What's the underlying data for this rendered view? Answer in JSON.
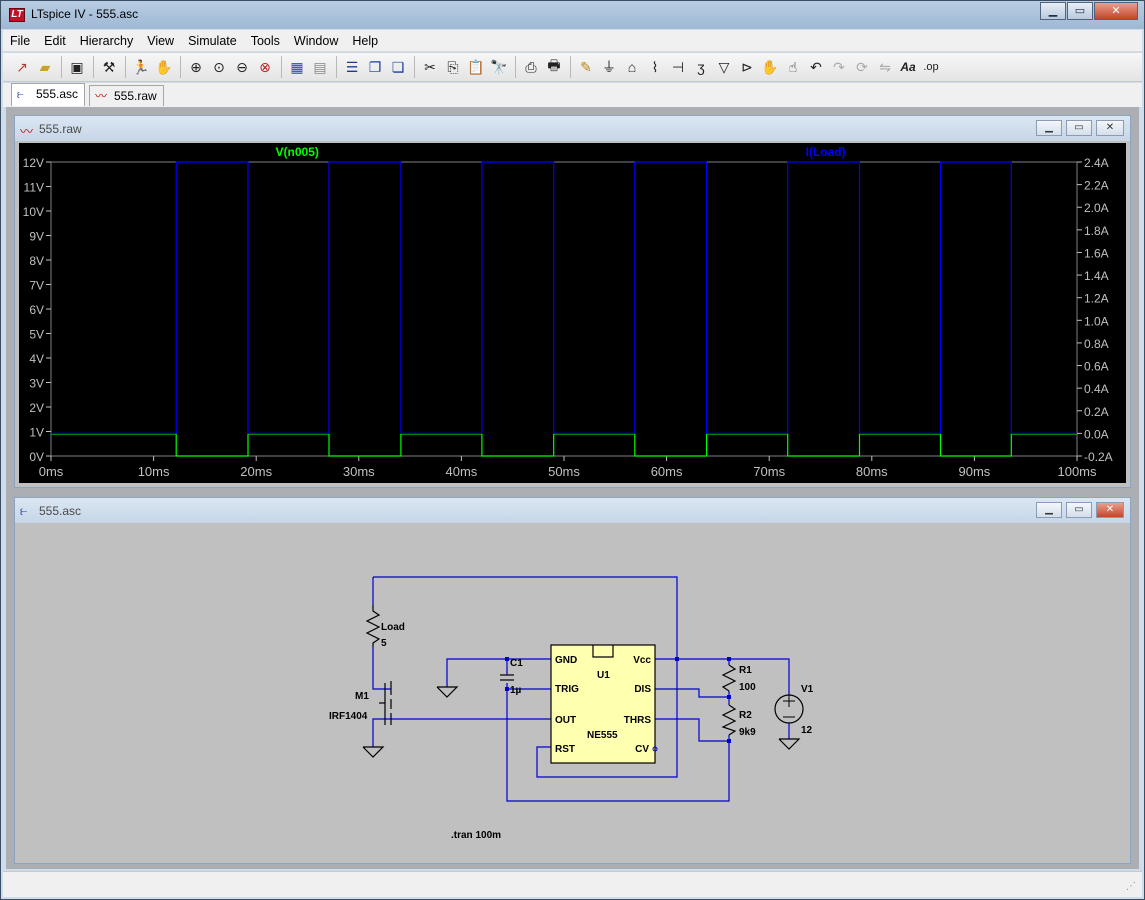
{
  "window": {
    "title": "LTspice IV - 555.asc",
    "minimize": "▁",
    "maximize": "▭",
    "close": "✕"
  },
  "menu": [
    "File",
    "Edit",
    "Hierarchy",
    "View",
    "Simulate",
    "Tools",
    "Window",
    "Help"
  ],
  "toolbar_icons": [
    "new-schematic-icon",
    "open-icon",
    "save-icon",
    "control-panel-icon",
    "run-icon",
    "pan-icon",
    "zoom-in-icon",
    "zoom-full-icon",
    "zoom-out-icon",
    "zoom-cancel-icon",
    "autorange-icon",
    "grid-icon",
    "tile-horizontal-icon",
    "cascade-icon",
    "tile-vertical-icon",
    "cut-icon",
    "copy-icon",
    "paste-icon",
    "find-icon",
    "print-setup-icon",
    "print-icon",
    "draw-wire-icon",
    "ground-icon",
    "label-net-icon",
    "resistor-icon",
    "capacitor-icon",
    "inductor-icon",
    "diode-icon",
    "component-icon",
    "move-icon",
    "drag-icon",
    "undo-icon",
    "redo-icon",
    "rotate-icon",
    "mirror-icon",
    "text-icon",
    "spice-directive-icon"
  ],
  "tabs": [
    {
      "label": "555.asc",
      "icon": "schematic-icon",
      "active": true
    },
    {
      "label": "555.raw",
      "icon": "waveform-icon",
      "active": false
    }
  ],
  "waveform_window": {
    "title": "555.raw",
    "trace1_label": "V(n005)",
    "trace2_label": "I(Load)",
    "trace1_color": "#00ff00",
    "trace2_color": "#0000ff"
  },
  "schematic_window": {
    "title": "555.asc",
    "directive": ".tran 100m",
    "components": {
      "load_name": "Load",
      "load_value": "5",
      "mosfet_name": "M1",
      "mosfet_model": "IRF1404",
      "cap_name": "C1",
      "cap_value": "1µ",
      "ic_name": "U1",
      "ic_model": "NE555",
      "r1_name": "R1",
      "r1_value": "100",
      "r2_name": "R2",
      "r2_value": "9k9",
      "v1_name": "V1",
      "v1_value": "12"
    },
    "pins": {
      "gnd": "GND",
      "trig": "TRIG",
      "out": "OUT",
      "rst": "RST",
      "vcc": "Vcc",
      "dis": "DIS",
      "thrs": "THRS",
      "cv": "CV"
    }
  },
  "chart_data": {
    "type": "line",
    "x_label_ticks": [
      "0ms",
      "10ms",
      "20ms",
      "30ms",
      "40ms",
      "50ms",
      "60ms",
      "70ms",
      "80ms",
      "90ms",
      "100ms"
    ],
    "left_ticks": [
      "12V",
      "11V",
      "10V",
      "9V",
      "8V",
      "7V",
      "6V",
      "5V",
      "4V",
      "3V",
      "2V",
      "1V",
      "0V"
    ],
    "right_ticks": [
      "2.4A",
      "2.2A",
      "2.0A",
      "1.8A",
      "1.6A",
      "1.4A",
      "1.2A",
      "1.0A",
      "0.8A",
      "0.6A",
      "0.4A",
      "0.2A",
      "0.0A",
      "-0.2A"
    ],
    "xlim": [
      0,
      100
    ],
    "ylim_left": [
      0,
      12
    ],
    "ylim_right": [
      -0.2,
      2.4
    ],
    "high_intervals_ms": [
      [
        0,
        12.2
      ],
      [
        19.2,
        27.1
      ],
      [
        34.1,
        42
      ],
      [
        49,
        56.9
      ],
      [
        63.9,
        71.8
      ],
      [
        78.8,
        86.7
      ],
      [
        93.6,
        100
      ]
    ],
    "series": [
      {
        "name": "V(n005)",
        "axis": "left",
        "high": 0.9,
        "low": 0.0,
        "high_when": "interval"
      },
      {
        "name": "I(Load)",
        "axis": "right",
        "high": 2.4,
        "low": 0.0,
        "high_when": "outside-interval"
      }
    ]
  }
}
